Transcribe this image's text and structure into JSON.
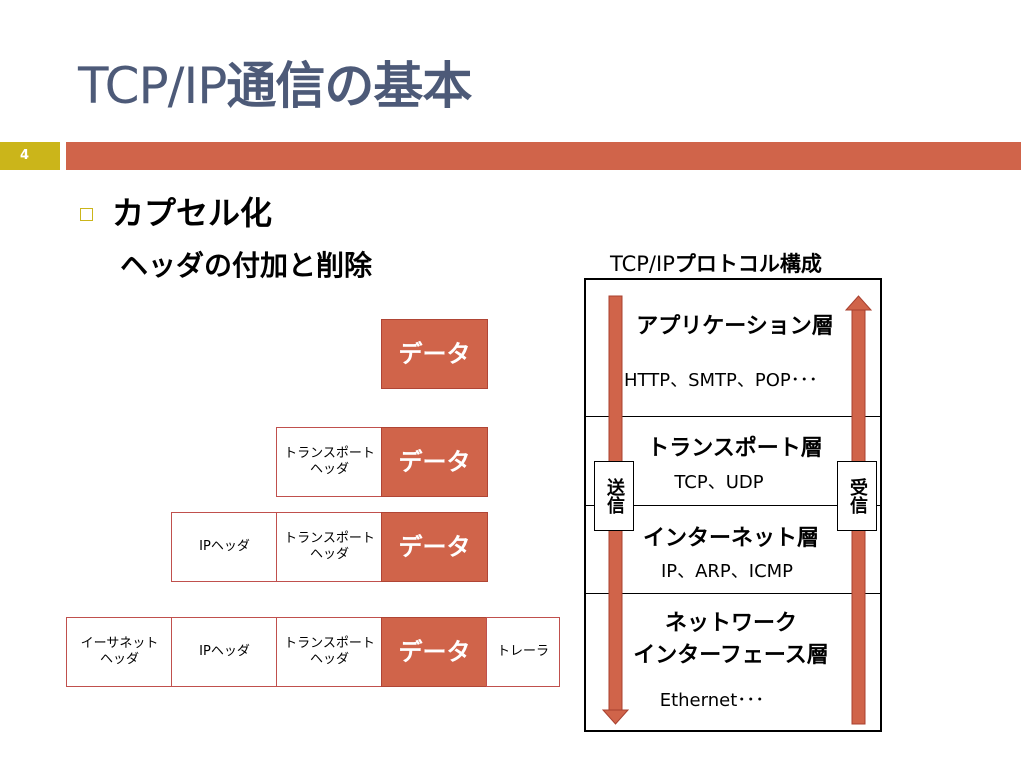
{
  "slide": {
    "title_latin": "TCP/IP",
    "title_jp": "通信の基本",
    "number": "4"
  },
  "content": {
    "heading": "カプセル化",
    "subheading": "ヘッダの付加と削除"
  },
  "encapsulation": {
    "data": "データ",
    "transport_header": "トランスポート\nヘッダ",
    "ip_header": "IPヘッダ",
    "ethernet_header": "イーサネット\nヘッダ",
    "trailer": "トレーラ"
  },
  "protocol_stack": {
    "title_latin": "TCP/IP",
    "title_jp": "プロトコル構成",
    "send_label": "送信",
    "receive_label": "受信",
    "layers": [
      {
        "name": "アプリケーション層",
        "protocols": "HTTP、SMTP、POP･･･"
      },
      {
        "name": "トランスポート層",
        "protocols": "TCP、UDP"
      },
      {
        "name": "インターネット層",
        "protocols": "IP、ARP、ICMP"
      },
      {
        "name": "ネットワーク\nインターフェース層",
        "protocols": "Ethernet･･･"
      }
    ]
  },
  "colors": {
    "title": "#4d5a78",
    "accent_gold": "#cbb51a",
    "accent_red": "#d0644a"
  }
}
